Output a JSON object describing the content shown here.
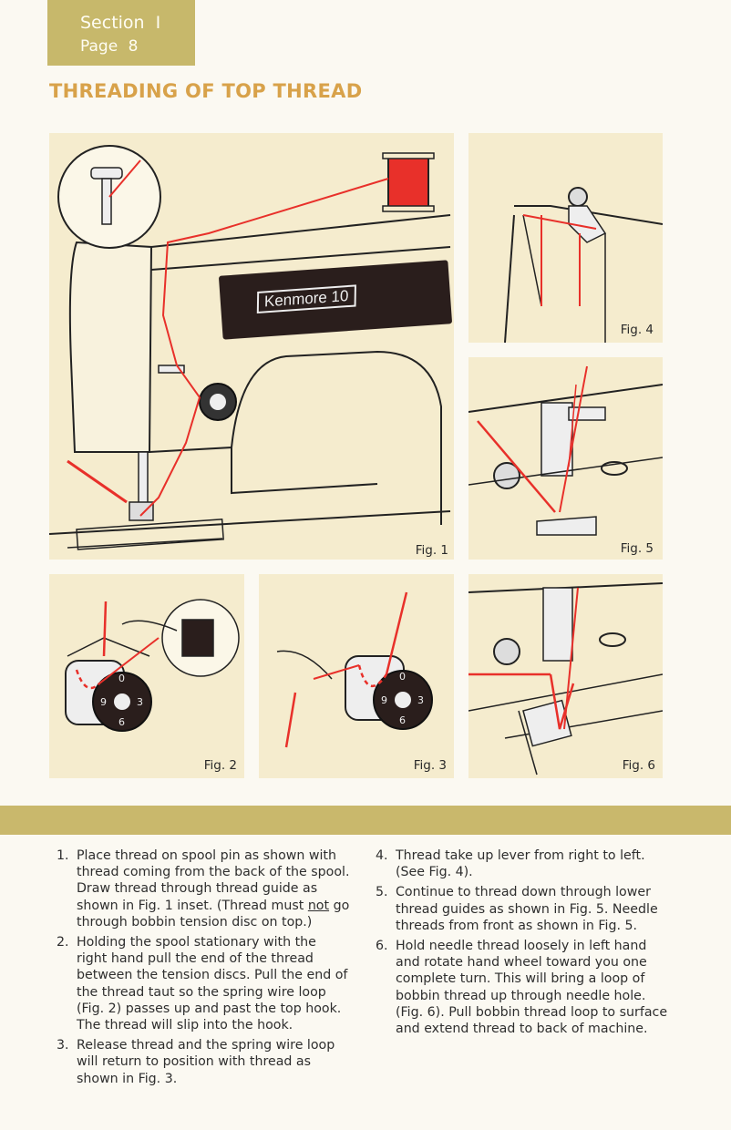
{
  "header": {
    "section_label": "Section",
    "section_number": "I",
    "page_label": "Page",
    "page_number": "8"
  },
  "title": "THREADING OF TOP THREAD",
  "machine_brand": "Kenmore 10",
  "figures": {
    "fig1": "Fig. 1",
    "fig2": "Fig. 2",
    "fig3": "Fig. 3",
    "fig4": "Fig. 4",
    "fig5": "Fig. 5",
    "fig6": "Fig. 6"
  },
  "dial_numbers": [
    "0",
    "9",
    "3",
    "6"
  ],
  "colors": {
    "accent": "#c7b86b",
    "title": "#d8a24a",
    "thread": "#e8302a",
    "panel": "#f5ecce"
  },
  "steps": [
    {
      "num": "1.",
      "text_a": "Place thread on spool pin as shown with thread coming from the back of the spool. Draw thread through thread guide as shown in Fig. 1 inset. (Thread must ",
      "emph": "not",
      "text_b": " go through bobbin tension disc on top.)"
    },
    {
      "num": "2.",
      "text": "Holding the spool stationary with the right hand pull the end of the thread between the tension discs. Pull the end of the thread taut so the spring wire loop (Fig. 2) passes up and past the top hook. The thread will slip into the hook."
    },
    {
      "num": "3.",
      "text": "Release thread and the spring wire loop will return to position with thread as shown in Fig. 3."
    },
    {
      "num": "4.",
      "text": "Thread take up lever from right to left. (See Fig. 4)."
    },
    {
      "num": "5.",
      "text": "Continue to thread down through lower thread guides as shown in Fig. 5. Needle threads from front as shown in Fig. 5."
    },
    {
      "num": "6.",
      "text": "Hold needle thread loosely in left hand and rotate hand wheel toward you one complete turn. This will bring a loop of bobbin thread up through needle hole. (Fig. 6). Pull bobbin thread loop to surface and extend thread to back of machine."
    }
  ]
}
